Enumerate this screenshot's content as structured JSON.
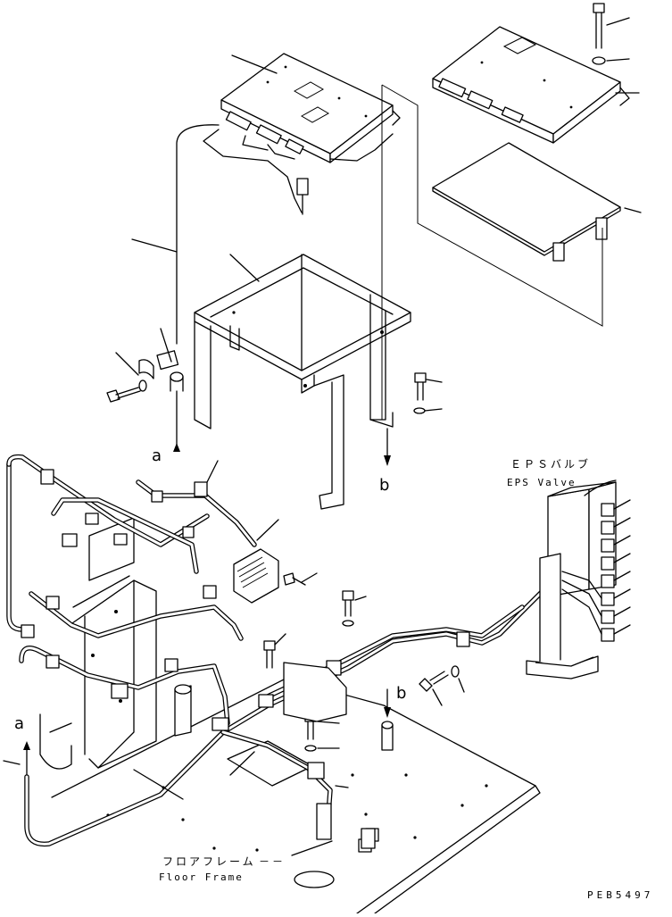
{
  "labels": {
    "eps_valve_jp": "ＥＰＳバルブ",
    "eps_valve_en": "EPS Valve",
    "floor_frame_jp": "フロアフレーム",
    "floor_frame_dash": "－－",
    "floor_frame_en": "Floor Frame",
    "ref_a": "a",
    "ref_b": "b",
    "drawing_code": "PEB5497"
  }
}
